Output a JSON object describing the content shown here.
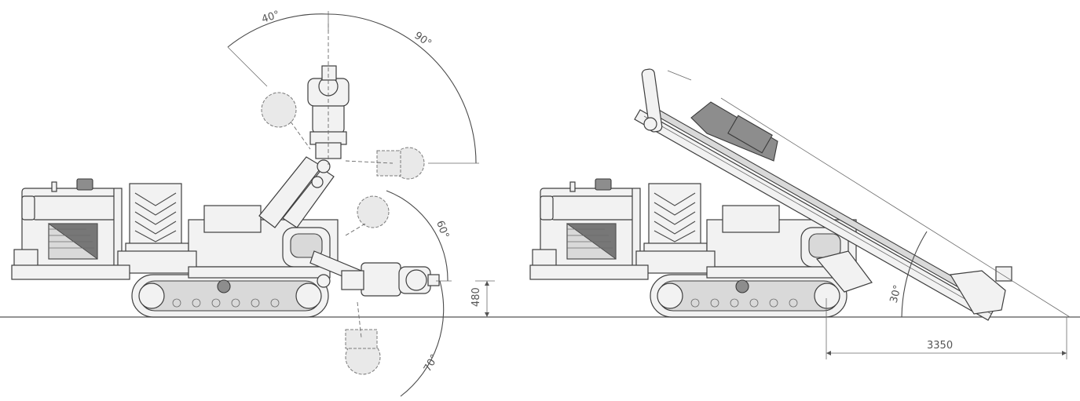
{
  "dimensions": {
    "left_view": {
      "angle_top_left": "40°",
      "angle_top_right": "90°",
      "angle_mid": "60°",
      "angle_low": "70°",
      "height": "480"
    },
    "right_view": {
      "angle_incline": "30°",
      "length": "3350"
    }
  },
  "colors": {
    "line": "#4a4a4a",
    "fill": "#f2f2f2",
    "dark_fill": "#8d8d8d",
    "ground": "#555555"
  }
}
